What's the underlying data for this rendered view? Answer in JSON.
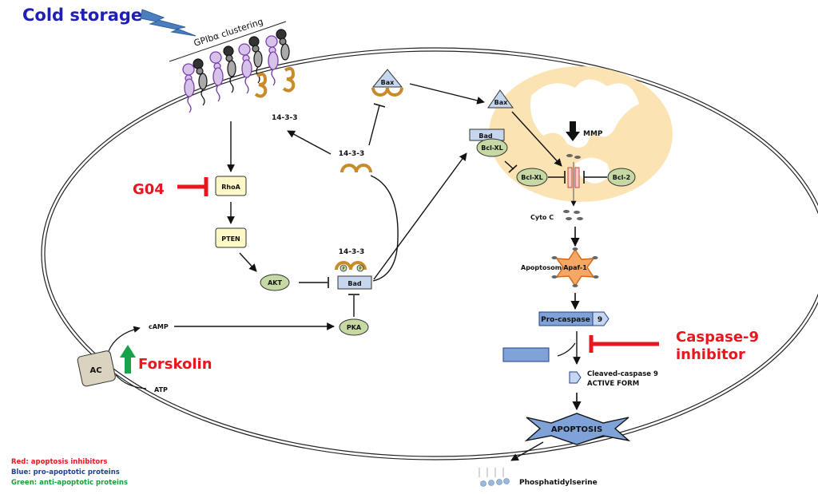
{
  "title_label": "Cold storage",
  "clustering_label": "GPIbα clustering",
  "membrane_1433_label": "14-3-3",
  "cyto_1433_label": "14-3-3",
  "bad_1433_label": "14-3-3",
  "phospho_label": "P",
  "nodes": {
    "rhoa": "RhoA",
    "pten": "PTEN",
    "akt": "AKT",
    "bad_cyto": "Bad",
    "pka": "PKA",
    "camp": "cAMP",
    "atp": "ATP",
    "ac": "AC",
    "bax_bound": "Bax",
    "bax_mito": "Bax",
    "bad_mito": "Bad",
    "bclxl_bound": "Bcl-XL",
    "bclxl": "Bcl-XL",
    "bcl2": "Bcl-2",
    "mmp": "MMP",
    "cytoc": "Cyto C",
    "apoptosome": "Apoptosome",
    "apaf1": "Apaf-1",
    "procaspase": "Pro-caspase",
    "procaspase_num": "9",
    "cleaved_line1": "Cleaved-caspase 9",
    "cleaved_line2": "ACTIVE FORM",
    "apoptosis": "APOPTOSIS",
    "ps": "Phosphatidylserine"
  },
  "inhibitors": {
    "g04": "G04",
    "forskolin": "Forskolin",
    "casp9_line1": "Caspase-9",
    "casp9_line2": "inhibitor"
  },
  "legend": [
    {
      "text": "Red: apoptosis inhibitors",
      "color": "#e8171f"
    },
    {
      "text": "Blue: pro-apoptotic proteins",
      "color": "#1f3f8f"
    },
    {
      "text": "Green: anti-apoptotic proteins",
      "color": "#1e9a3a"
    }
  ],
  "colors": {
    "inhibitor_red": "#e8171f",
    "title_blue": "#1f1fb8",
    "pro_blue": "#c5d6ee",
    "anti_green": "#c6d9a4",
    "yellow_box": "#fdf8c6",
    "mito": "#fbe3b3",
    "orange_1433": "#c98a2a",
    "apaf_orange": "#f5a865",
    "forskolin_green": "#16a34a"
  }
}
